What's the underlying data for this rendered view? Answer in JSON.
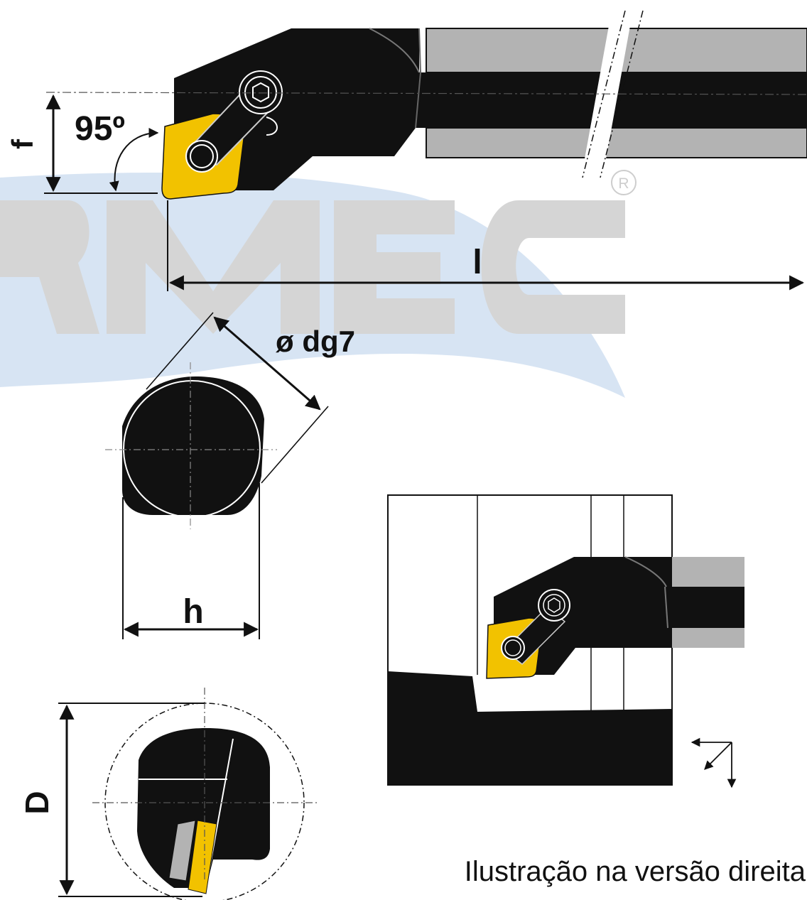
{
  "labels": {
    "angle": "95º",
    "f": "f",
    "l": "l",
    "diameter": "ø dg7",
    "h": "h",
    "D": "D"
  },
  "watermark": {
    "text": "RMEC",
    "registered_mark": "R"
  },
  "caption": "Ilustração na versão direita",
  "colors": {
    "body": "#111111",
    "insert": "#f2c200",
    "shank_gray": "#b3b3b3",
    "watermark_gray": "#c8c8c8",
    "watermark_blue": "#a6c4e6"
  }
}
